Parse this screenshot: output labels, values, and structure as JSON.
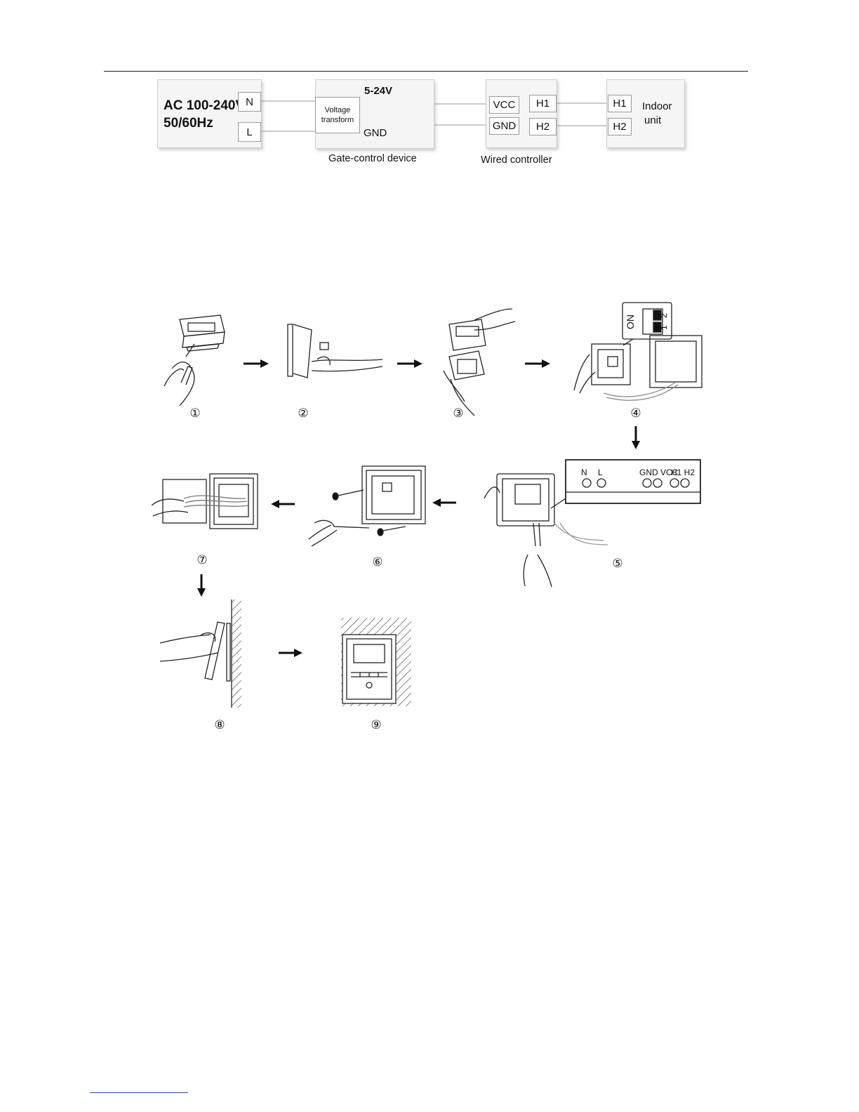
{
  "wiring": {
    "power": {
      "line1": "AC 100-240V",
      "line2": "50/60Hz",
      "n": "N",
      "l": "L"
    },
    "gate": {
      "voltage_label": "5-24V",
      "transform_line1": "Voltage",
      "transform_line2": "transform",
      "gnd": "GND",
      "caption": "Gate-control device"
    },
    "controller": {
      "vcc": "VCC",
      "gnd": "GND",
      "h1": "H1",
      "h2": "H2",
      "caption": "Wired controller"
    },
    "indoor": {
      "h1": "H1",
      "h2": "H2",
      "line1": "Indoor",
      "line2": "unit"
    }
  },
  "steps": {
    "labels": [
      "①",
      "②",
      "③",
      "④",
      "⑤",
      "⑥",
      "⑦",
      "⑧",
      "⑨"
    ],
    "switch": {
      "on": "ON",
      "one": "1",
      "two": "2"
    },
    "terminals": {
      "n": "N",
      "l": "L",
      "gnd_vcc": "GND VCC",
      "h1h2": "H1 H2"
    }
  }
}
